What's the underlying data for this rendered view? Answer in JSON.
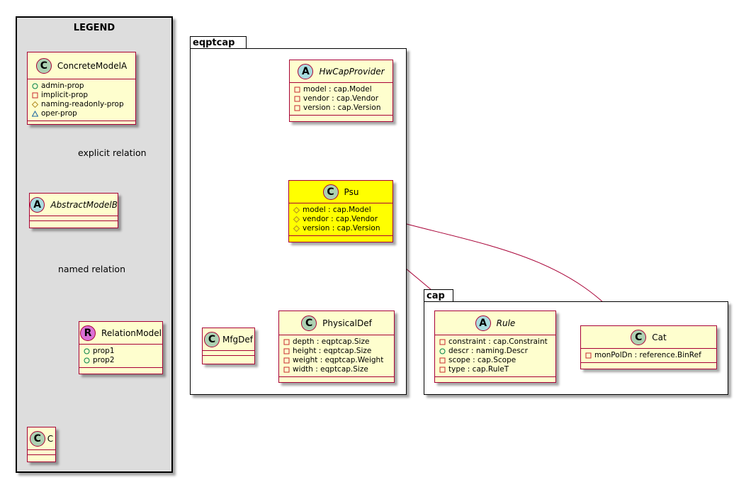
{
  "legend": {
    "title": "LEGEND",
    "concrete_model": {
      "name": "ConcreteModelA",
      "badge": "C",
      "attrs": [
        {
          "vis": "public",
          "text": "admin-prop"
        },
        {
          "vis": "private",
          "text": "implicit-prop"
        },
        {
          "vis": "protected",
          "text": "naming-readonly-prop"
        },
        {
          "vis": "package",
          "text": "oper-prop"
        }
      ]
    },
    "abstract_model": {
      "name": "AbstractModelB",
      "badge": "A"
    },
    "relation_model": {
      "name": "RelationModel",
      "badge": "R",
      "attrs": [
        {
          "vis": "public",
          "text": "prop1"
        },
        {
          "vis": "public",
          "text": "prop2"
        }
      ]
    },
    "c_model": {
      "name": "C",
      "badge": "C"
    },
    "explicit_relation_label": "explicit relation",
    "named_relation_label": "named relation"
  },
  "packages": {
    "eqptcap": {
      "name": "eqptcap",
      "hwcapprovider": {
        "name": "HwCapProvider",
        "badge": "A",
        "attrs": [
          {
            "vis": "private",
            "text": "model : cap.Model"
          },
          {
            "vis": "private",
            "text": "vendor : cap.Vendor"
          },
          {
            "vis": "private",
            "text": "version : cap.Version"
          }
        ]
      },
      "psu": {
        "name": "Psu",
        "badge": "C",
        "attrs": [
          {
            "vis": "protected",
            "text": "model : cap.Model"
          },
          {
            "vis": "protected",
            "text": "vendor : cap.Vendor"
          },
          {
            "vis": "protected",
            "text": "version : cap.Version"
          }
        ]
      },
      "mfgdef": {
        "name": "MfgDef",
        "badge": "C"
      },
      "physicaldef": {
        "name": "PhysicalDef",
        "badge": "C",
        "attrs": [
          {
            "vis": "private",
            "text": "depth : eqptcap.Size"
          },
          {
            "vis": "private",
            "text": "height : eqptcap.Size"
          },
          {
            "vis": "private",
            "text": "weight : eqptcap.Weight"
          },
          {
            "vis": "private",
            "text": "width : eqptcap.Size"
          }
        ]
      }
    },
    "cap": {
      "name": "cap",
      "rule": {
        "name": "Rule",
        "badge": "A",
        "attrs": [
          {
            "vis": "private",
            "text": "constraint : cap.Constraint"
          },
          {
            "vis": "public",
            "text": "descr : naming.Descr"
          },
          {
            "vis": "private",
            "text": "scope : cap.Scope"
          },
          {
            "vis": "private",
            "text": "type : cap.RuleT"
          }
        ]
      },
      "cat": {
        "name": "Cat",
        "badge": "C",
        "attrs": [
          {
            "vis": "private",
            "text": "monPolDn : reference.BinRef"
          }
        ]
      }
    }
  },
  "colors": {
    "class_fill": "#fefece",
    "class_border": "#a80036",
    "highlight_fill": "#ffff00",
    "legend_fill": "#dddddd",
    "edge": "#a80036"
  }
}
